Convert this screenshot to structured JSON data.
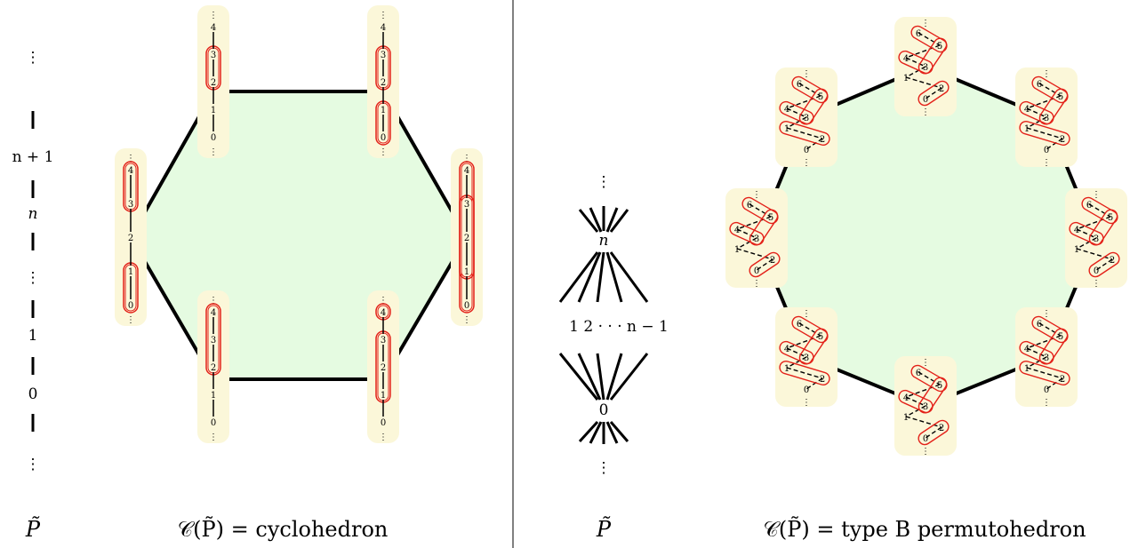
{
  "left_panel": {
    "poset_labels": [
      "n + 1",
      "n",
      "1",
      "0"
    ],
    "poset_caption": "P̃",
    "polytope_caption": "𝒞(P̃) = cyclohedron",
    "tube_labels": [
      "4",
      "3",
      "2",
      "1",
      "0"
    ]
  },
  "right_panel": {
    "poset_top": "n",
    "poset_middle": "1  2  · · ·  n − 1",
    "poset_bottom": "0",
    "poset_caption": "P̃",
    "polytope_caption": "𝒞(P̃) = type B permutohedron",
    "tube_labels": [
      "6",
      "5",
      "4",
      "3",
      "2",
      "1",
      "0"
    ]
  },
  "colors": {
    "face_fill": "#e5fbe1",
    "card_fill": "#fbf7d9",
    "tube_stroke": "#e32119",
    "edge": "#000000"
  }
}
